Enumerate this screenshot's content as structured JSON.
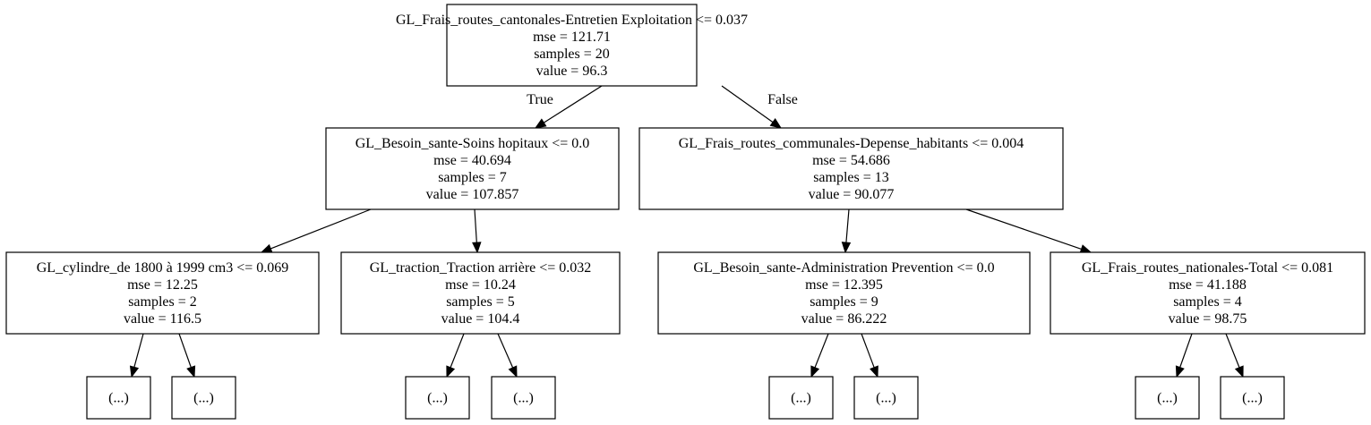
{
  "nodes": [
    {
      "id": "root",
      "lines": [
        "GL_Frais_routes_cantonales-Entretien Exploitation <= 0.037",
        "mse = 121.71",
        "samples = 20",
        "value = 96.3"
      ]
    },
    {
      "id": "n1",
      "lines": [
        "GL_Besoin_sante-Soins hopitaux <= 0.0",
        "mse = 40.694",
        "samples = 7",
        "value = 107.857"
      ]
    },
    {
      "id": "n2",
      "lines": [
        "GL_Frais_routes_communales-Depense_habitants <= 0.004",
        "mse = 54.686",
        "samples = 13",
        "value = 90.077"
      ]
    },
    {
      "id": "n3",
      "lines": [
        "GL_cylindre_de 1800 à 1999 cm3 <= 0.069",
        "mse = 12.25",
        "samples = 2",
        "value = 116.5"
      ]
    },
    {
      "id": "n4",
      "lines": [
        "GL_traction_Traction arrière <= 0.032",
        "mse = 10.24",
        "samples = 5",
        "value = 104.4"
      ]
    },
    {
      "id": "n5",
      "lines": [
        "GL_Besoin_sante-Administration Prevention <= 0.0",
        "mse = 12.395",
        "samples = 9",
        "value = 86.222"
      ]
    },
    {
      "id": "n6",
      "lines": [
        "GL_Frais_routes_nationales-Total <= 0.081",
        "mse = 41.188",
        "samples = 4",
        "value = 98.75"
      ]
    },
    {
      "id": "l1",
      "lines": [
        "(...)"
      ]
    },
    {
      "id": "l2",
      "lines": [
        "(...)"
      ]
    },
    {
      "id": "l3",
      "lines": [
        "(...)"
      ]
    },
    {
      "id": "l4",
      "lines": [
        "(...)"
      ]
    },
    {
      "id": "l5",
      "lines": [
        "(...)"
      ]
    },
    {
      "id": "l6",
      "lines": [
        "(...)"
      ]
    },
    {
      "id": "l7",
      "lines": [
        "(...)"
      ]
    },
    {
      "id": "l8",
      "lines": [
        "(...)"
      ]
    }
  ],
  "edges": [
    {
      "from": "root",
      "to": "n1",
      "label": "True"
    },
    {
      "from": "root",
      "to": "n2",
      "label": "False"
    },
    {
      "from": "n1",
      "to": "n3",
      "label": ""
    },
    {
      "from": "n1",
      "to": "n4",
      "label": ""
    },
    {
      "from": "n2",
      "to": "n5",
      "label": ""
    },
    {
      "from": "n2",
      "to": "n6",
      "label": ""
    },
    {
      "from": "n3",
      "to": "l1",
      "label": ""
    },
    {
      "from": "n3",
      "to": "l2",
      "label": ""
    },
    {
      "from": "n4",
      "to": "l3",
      "label": ""
    },
    {
      "from": "n4",
      "to": "l4",
      "label": ""
    },
    {
      "from": "n5",
      "to": "l5",
      "label": ""
    },
    {
      "from": "n5",
      "to": "l6",
      "label": ""
    },
    {
      "from": "n6",
      "to": "l7",
      "label": ""
    },
    {
      "from": "n6",
      "to": "l8",
      "label": ""
    }
  ]
}
